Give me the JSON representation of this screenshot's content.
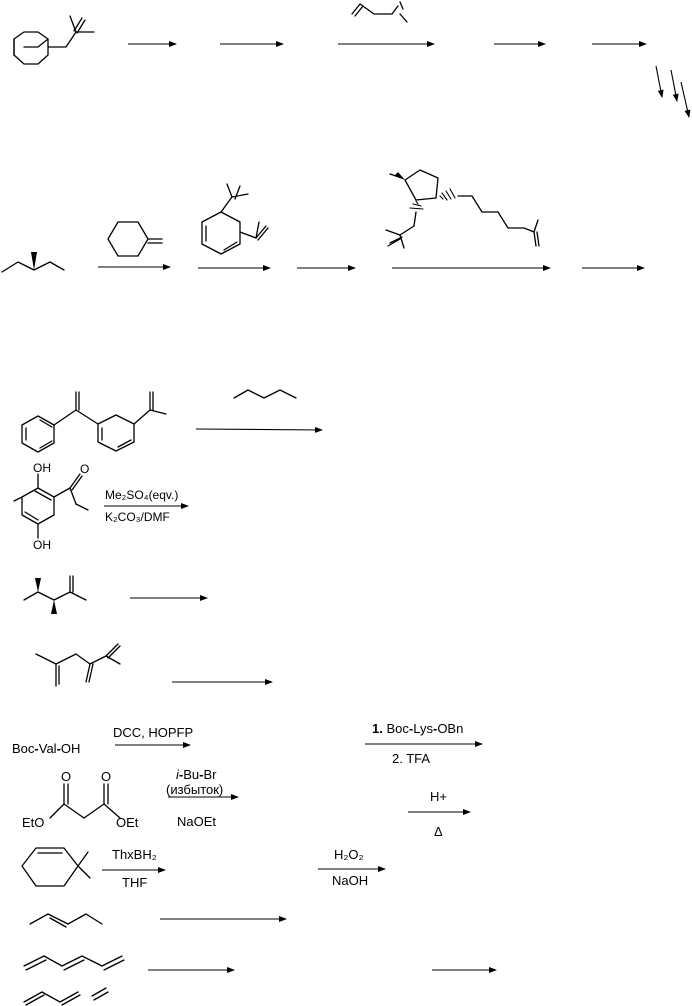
{
  "labels": {
    "methylation_reagent": "Me₂SO₄(eqv.)",
    "methylation_conditions": "K₂CO₃/DMF",
    "phenol_oh_top": "OH",
    "phenol_oh_bottom": "OH",
    "coupling_reagents": "DCC, HOPFP",
    "boc_val": [
      "Boc",
      "Val",
      "OH"
    ],
    "step1_prefix": "1.",
    "step1_reagent": [
      "Boc",
      "Lys",
      "OBn"
    ],
    "step2": "2. TFA",
    "ibu_prefix": "i",
    "ibu_reagent": [
      "Bu",
      "Br"
    ],
    "excess": "(избыток)",
    "base": "NaOEt",
    "ester_left": "EtO",
    "ester_right": "OEt",
    "carbonyl_o_left": "O",
    "carbonyl_o_right": "O",
    "acid": "H+",
    "heat": "Δ",
    "hydroborane": "ThxBH₂",
    "solvent": "THF",
    "peroxide": "H₂O₂",
    "hydroxide": "NaOH",
    "ketone_o": "O"
  }
}
